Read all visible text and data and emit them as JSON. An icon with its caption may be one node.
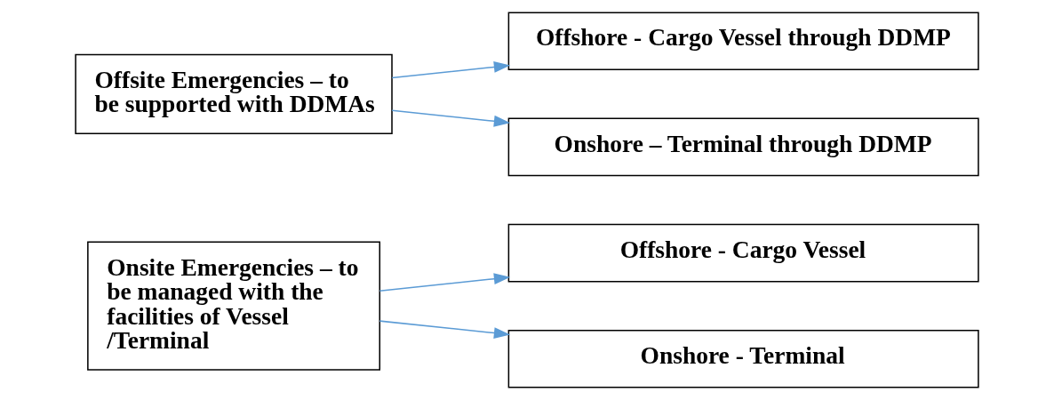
{
  "diagram": {
    "nodes": [
      {
        "text": [
          "Onsite Emergencies – to be managed with the facilities of Vessel /Terminal"
        ]
      },
      {
        "text": [
          "Offshore - Cargo Vessel"
        ]
      },
      {
        "text": [
          "Onshore - Terminal"
        ]
      },
      {
        "text": [
          "Offsite Emergencies – to be supported with DDMAs"
        ]
      },
      {
        "text": [
          "Offshore - Cargo Vessel through DDMP"
        ]
      },
      {
        "text": [
          "Onshore – Terminal through DDMP"
        ]
      }
    ],
    "edges": [
      {
        "from": 0,
        "to": 1,
        "arrow": "to"
      },
      {
        "from": 0,
        "to": 2,
        "arrow": "to"
      },
      {
        "from": 3,
        "to": 4,
        "arrow": "to"
      },
      {
        "from": 3,
        "to": 5,
        "arrow": "to"
      }
    ]
  }
}
